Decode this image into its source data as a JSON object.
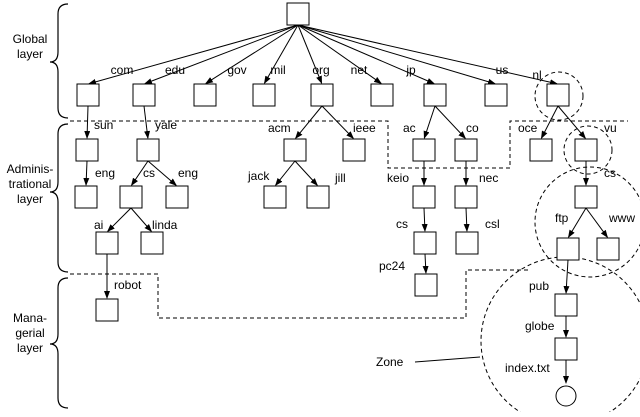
{
  "layers": {
    "global": [
      "Global",
      "layer"
    ],
    "administrational": [
      "Adminis-",
      "trational",
      "layer"
    ],
    "managerial": [
      "Mana-",
      "gerial",
      "layer"
    ]
  },
  "zone_label": "Zone",
  "nodes": [
    {
      "id": "root",
      "label": ""
    },
    {
      "id": "com",
      "label": "com"
    },
    {
      "id": "edu",
      "label": "edu"
    },
    {
      "id": "gov",
      "label": "gov"
    },
    {
      "id": "mil",
      "label": "mil"
    },
    {
      "id": "org",
      "label": "org"
    },
    {
      "id": "net",
      "label": "net"
    },
    {
      "id": "jp",
      "label": "jp"
    },
    {
      "id": "us",
      "label": "us"
    },
    {
      "id": "nl",
      "label": "nl"
    },
    {
      "id": "sun",
      "label": "sun"
    },
    {
      "id": "yale",
      "label": "yale"
    },
    {
      "id": "acm",
      "label": "acm"
    },
    {
      "id": "ieee",
      "label": "ieee"
    },
    {
      "id": "ac",
      "label": "ac"
    },
    {
      "id": "co",
      "label": "co"
    },
    {
      "id": "oce",
      "label": "oce"
    },
    {
      "id": "vu",
      "label": "vu"
    },
    {
      "id": "eng1",
      "label": "eng"
    },
    {
      "id": "cs1",
      "label": "cs"
    },
    {
      "id": "eng2",
      "label": "eng"
    },
    {
      "id": "jack",
      "label": "jack"
    },
    {
      "id": "jill",
      "label": "jill"
    },
    {
      "id": "keio",
      "label": "keio"
    },
    {
      "id": "nec",
      "label": "nec"
    },
    {
      "id": "cs3",
      "label": "cs"
    },
    {
      "id": "ai",
      "label": "ai"
    },
    {
      "id": "linda",
      "label": "linda"
    },
    {
      "id": "cs2",
      "label": "cs"
    },
    {
      "id": "csl",
      "label": "csl"
    },
    {
      "id": "ftp",
      "label": "ftp"
    },
    {
      "id": "www",
      "label": "www"
    },
    {
      "id": "robot",
      "label": "robot"
    },
    {
      "id": "pc24",
      "label": "pc24"
    },
    {
      "id": "pub",
      "label": "pub"
    },
    {
      "id": "globe",
      "label": "globe"
    },
    {
      "id": "index",
      "label": "index.txt"
    }
  ],
  "edges": [
    [
      "root",
      "com"
    ],
    [
      "root",
      "edu"
    ],
    [
      "root",
      "gov"
    ],
    [
      "root",
      "mil"
    ],
    [
      "root",
      "org"
    ],
    [
      "root",
      "net"
    ],
    [
      "root",
      "jp"
    ],
    [
      "root",
      "us"
    ],
    [
      "root",
      "nl"
    ],
    [
      "com",
      "sun"
    ],
    [
      "edu",
      "yale"
    ],
    [
      "org",
      "acm"
    ],
    [
      "org",
      "ieee"
    ],
    [
      "jp",
      "ac"
    ],
    [
      "jp",
      "co"
    ],
    [
      "nl",
      "oce"
    ],
    [
      "nl",
      "vu"
    ],
    [
      "sun",
      "eng1"
    ],
    [
      "yale",
      "cs1"
    ],
    [
      "yale",
      "eng2"
    ],
    [
      "acm",
      "jack"
    ],
    [
      "acm",
      "jill"
    ],
    [
      "ac",
      "keio"
    ],
    [
      "co",
      "nec"
    ],
    [
      "vu",
      "cs3"
    ],
    [
      "cs1",
      "ai"
    ],
    [
      "cs1",
      "linda"
    ],
    [
      "keio",
      "cs2"
    ],
    [
      "nec",
      "csl"
    ],
    [
      "cs3",
      "ftp"
    ],
    [
      "cs3",
      "www"
    ],
    [
      "ai",
      "robot"
    ],
    [
      "cs2",
      "pc24"
    ],
    [
      "ftp",
      "pub"
    ],
    [
      "pub",
      "globe"
    ],
    [
      "globe",
      "index"
    ]
  ]
}
